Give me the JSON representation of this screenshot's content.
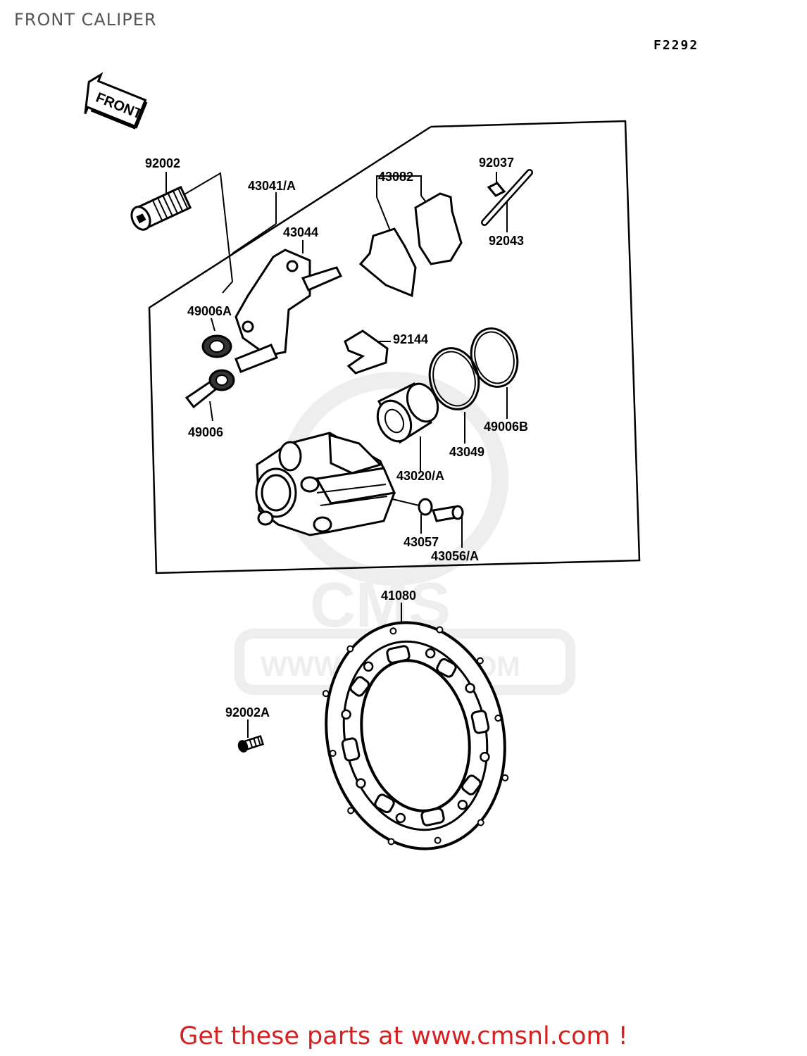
{
  "title": "FRONT CALIPER",
  "figure_code": "F2292",
  "front_arrow": "FRONT",
  "watermark": {
    "brand": "CMS",
    "url": "WWW.CMSNL.COM"
  },
  "parts": [
    "92002",
    "43041/A",
    "43082",
    "92037",
    "43044",
    "92043",
    "49006A",
    "92144",
    "49006",
    "49006B",
    "43049",
    "43020/A",
    "43057",
    "43056/A",
    "41080",
    "92002A"
  ],
  "footer": "Get these parts at www.cmsnl.com !"
}
